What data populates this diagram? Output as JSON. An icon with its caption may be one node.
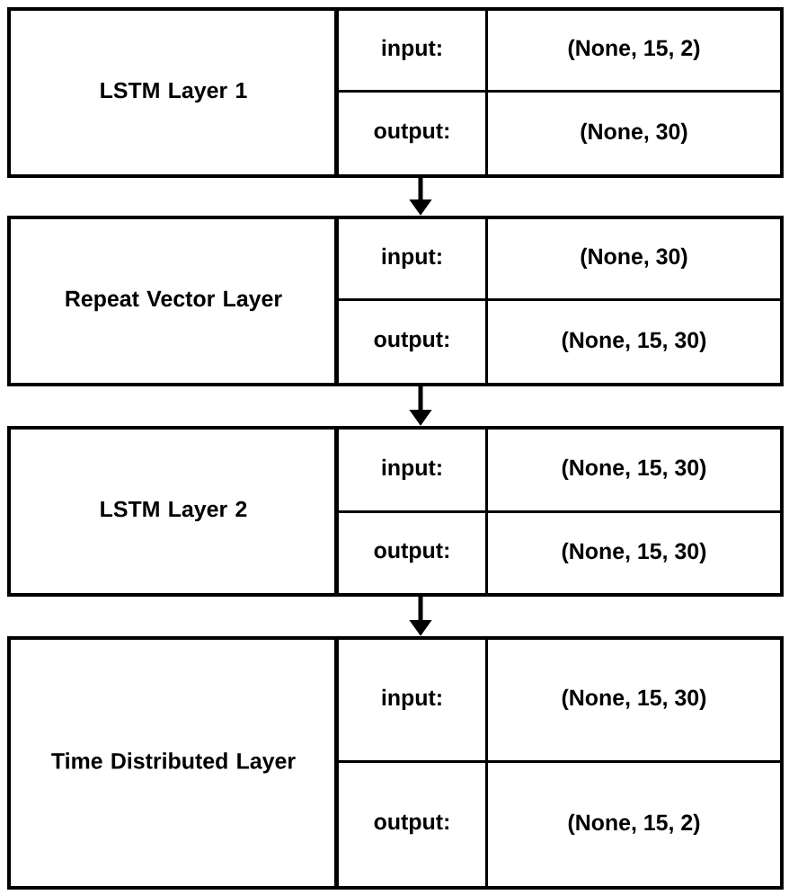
{
  "diagram": {
    "nodes": [
      {
        "text": [
          "LSTM Layer 1"
        ]
      },
      {
        "text": [
          "input:"
        ],
        "in": 0
      },
      {
        "text": [
          "(None, 15, 2)"
        ],
        "in": 0
      },
      {
        "text": [
          "output:"
        ],
        "in": 0
      },
      {
        "text": [
          "(None, 30)"
        ],
        "in": 0
      },
      {
        "text": [
          "Repeat Vector Layer"
        ]
      },
      {
        "text": [
          "input:"
        ],
        "in": 5
      },
      {
        "text": [
          "(None, 30)"
        ],
        "in": 5
      },
      {
        "text": [
          "output:"
        ],
        "in": 5
      },
      {
        "text": [
          "(None, 15, 30)"
        ],
        "in": 5
      },
      {
        "text": [
          "LSTM Layer 2"
        ]
      },
      {
        "text": [
          "input:"
        ],
        "in": 10
      },
      {
        "text": [
          "(None, 15, 30)"
        ],
        "in": 10
      },
      {
        "text": [
          "output:"
        ],
        "in": 10
      },
      {
        "text": [
          "(None, 15, 30)"
        ],
        "in": 10
      },
      {
        "text": [
          "Time Distributed Layer"
        ]
      },
      {
        "text": [
          "input:"
        ],
        "in": 15
      },
      {
        "text": [
          "(None, 15, 30)"
        ],
        "in": 15
      },
      {
        "text": [
          "output:"
        ],
        "in": 15
      },
      {
        "text": [
          "(None, 15, 2)"
        ],
        "in": 15
      }
    ],
    "edges": [
      {
        "from": 0,
        "to": 5,
        "arrow": "to"
      },
      {
        "from": 5,
        "to": 10,
        "arrow": "to"
      },
      {
        "from": 10,
        "to": 15,
        "arrow": "to"
      }
    ]
  }
}
